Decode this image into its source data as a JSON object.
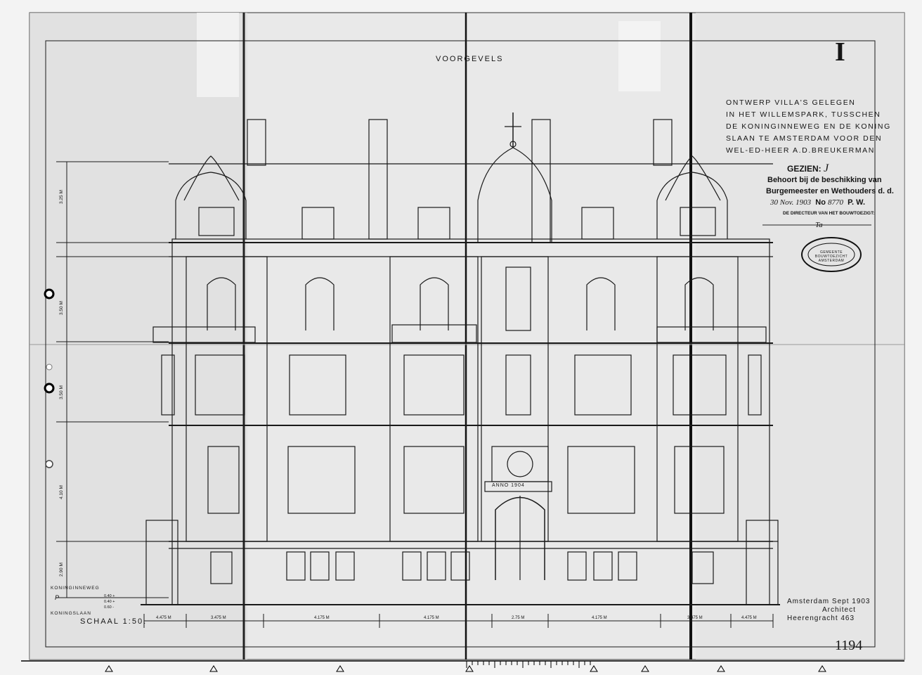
{
  "sheet_number": "I",
  "heading": "VOORGEVELS",
  "project_title": [
    "ONTWERP VILLA'S GELEGEN",
    "IN HET WILLEMSPARK, TUSSCHEN",
    "DE KONINGINNEWEG EN DE KONING",
    "SLAAN TE AMSTERDAM VOOR DEN",
    "WEL-ED-HEER A.D.BREUKERMAN"
  ],
  "approval": {
    "gezien_label": "GEZIEN:",
    "gezien_mark": "J",
    "line1": "Behoort bij de beschikking van",
    "line2": "Burgemeester en Wethouders d. d.",
    "date": "30 Nov. 1903",
    "no_label": "No",
    "no_value": "8770",
    "pw": "P. W.",
    "director": "DE DIRECTEUR VAN HET BOUWTOEZIGT:",
    "signature": "Ta",
    "seal_text": "GEMEENTE BOUWTOEZICHT AMSTERDAM"
  },
  "portal_inscription": "ANNO 1904",
  "dimensions_bottom": [
    "4.475 M",
    "3.475 M",
    "4.175 M",
    "4.175 M",
    "2.75 M",
    "4.175 M",
    "3.475 M",
    "4.475 M"
  ],
  "dimensions_left": [
    "3.25 M",
    "3.50 M",
    "3.50 M",
    "4.10 M",
    "2.90 M"
  ],
  "level_notes": [
    "KONINGINNEWEG",
    "P",
    "0.40 +",
    "0.40 +",
    "0.60 -",
    "KONINGSLAAN"
  ],
  "scale_label": "SCHAAL 1:50.",
  "architect": {
    "place_date": "Amsterdam Sept 1903",
    "signature_title": "Architect",
    "address": "Heerengracht 463"
  },
  "archive_number": "1194"
}
